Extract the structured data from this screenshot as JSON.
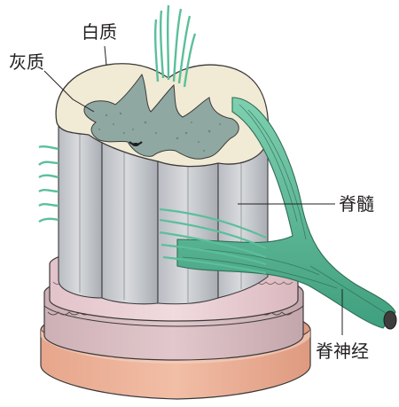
{
  "labels": {
    "white_matter": "白质",
    "gray_matter": "灰质",
    "spinal_cord": "脊髓",
    "spinal_nerve": "脊神经"
  },
  "colors": {
    "white_matter": "#f1ead4",
    "gray_matter": "#8fa8a2",
    "cord_column": "#cfd2d6",
    "nerve_fiber": "#5bbf9b",
    "pia_mater": "#e7c9cf",
    "arachnoid": "#d6b7bd",
    "dura_mater": "#e9a98f",
    "outline": "#3a3a3a",
    "leader_line": "#231f20"
  }
}
